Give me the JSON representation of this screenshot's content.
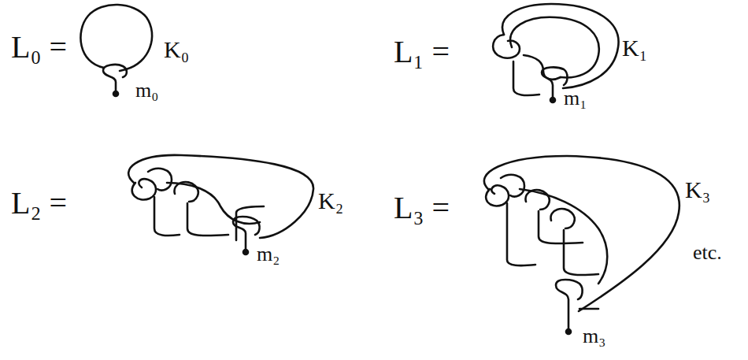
{
  "diagram": {
    "labels": [
      "L₀ =",
      "K₀",
      "m₀",
      "L₁ =",
      "K₁",
      "m₁",
      "L₂ =",
      "K₂",
      "m₂",
      "L₃ =",
      "K₃",
      "m₃",
      "etc."
    ]
  }
}
